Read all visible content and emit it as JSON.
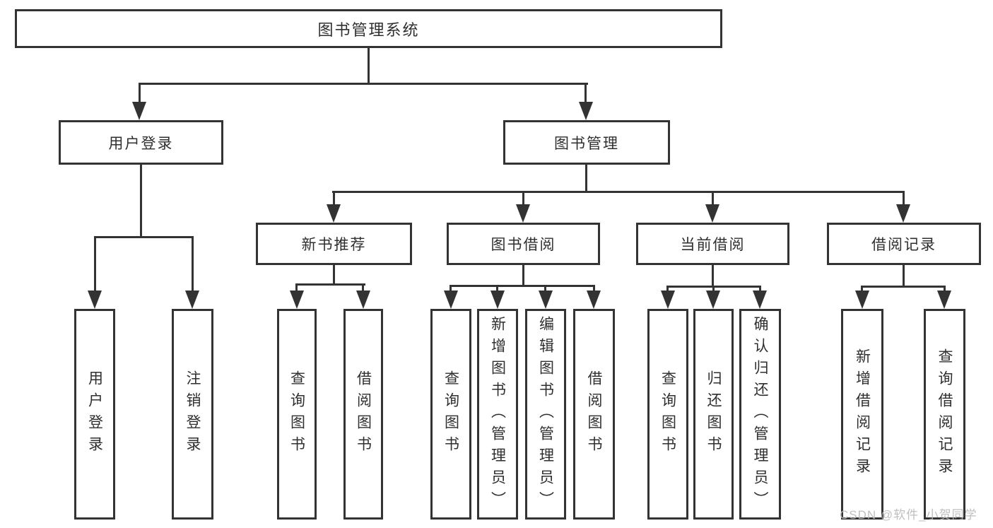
{
  "diagram": {
    "title": "图书管理系统",
    "line_color": "#333333",
    "text_color": "#2f2f2f",
    "branches": [
      {
        "label": "用户登录",
        "children": [
          {
            "label": "用户登录"
          },
          {
            "label": "注销登录"
          }
        ]
      },
      {
        "label": "图书管理",
        "children": [
          {
            "label": "新书推荐",
            "children": [
              {
                "label": "查询图书"
              },
              {
                "label": "借阅图书"
              }
            ]
          },
          {
            "label": "图书借阅",
            "children": [
              {
                "label": "查询图书"
              },
              {
                "label": "新增图书（管理员）"
              },
              {
                "label": "编辑图书（管理员）"
              },
              {
                "label": "借阅图书"
              }
            ]
          },
          {
            "label": "当前借阅",
            "children": [
              {
                "label": "查询图书"
              },
              {
                "label": "归还图书"
              },
              {
                "label": "确认归还（管理员）"
              }
            ]
          },
          {
            "label": "借阅记录",
            "children": [
              {
                "label": "新增借阅记录"
              },
              {
                "label": "查询借阅记录"
              }
            ]
          }
        ]
      }
    ]
  },
  "watermark": {
    "text": "CSDN @软件_小贺同学",
    "color": "#b9b9b9"
  }
}
